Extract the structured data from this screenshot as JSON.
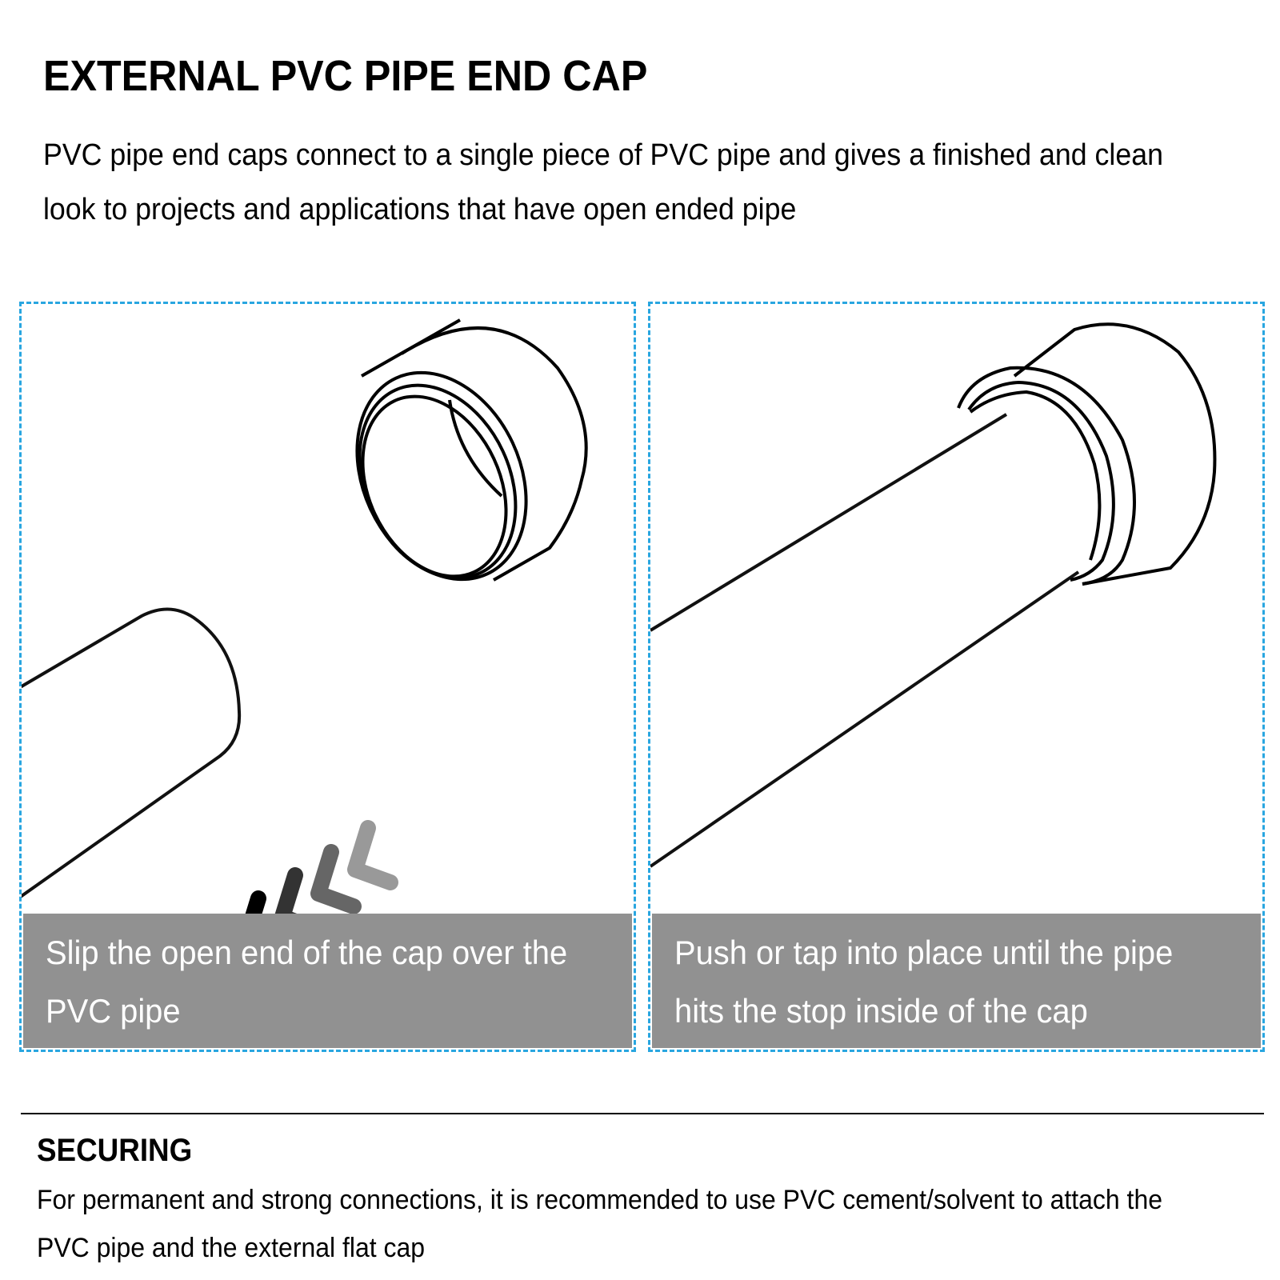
{
  "header": {
    "title": "EXTERNAL PVC PIPE END CAP",
    "intro": "PVC pipe end caps connect to a single piece of PVC pipe and gives a finished and clean look to projects and applications that have open ended pipe"
  },
  "steps": [
    {
      "caption": "Slip the open end of the cap over the PVC pipe",
      "illustration": "pipe-and-cap-separated-with-arrows"
    },
    {
      "caption": "Push or tap into place until the pipe hits the stop inside of the cap",
      "illustration": "pipe-inserted-into-cap"
    }
  ],
  "securing": {
    "title": "SECURING",
    "body": "For permanent and strong connections, it is recommended to use PVC cement/solvent to attach the PVC pipe and the external flat cap"
  },
  "colors": {
    "border_dashed": "#29a6e0",
    "caption_bg": "#919191",
    "caption_text": "#ffffff",
    "arrow_shades": [
      "#000000",
      "#333333",
      "#666666",
      "#999999"
    ]
  }
}
